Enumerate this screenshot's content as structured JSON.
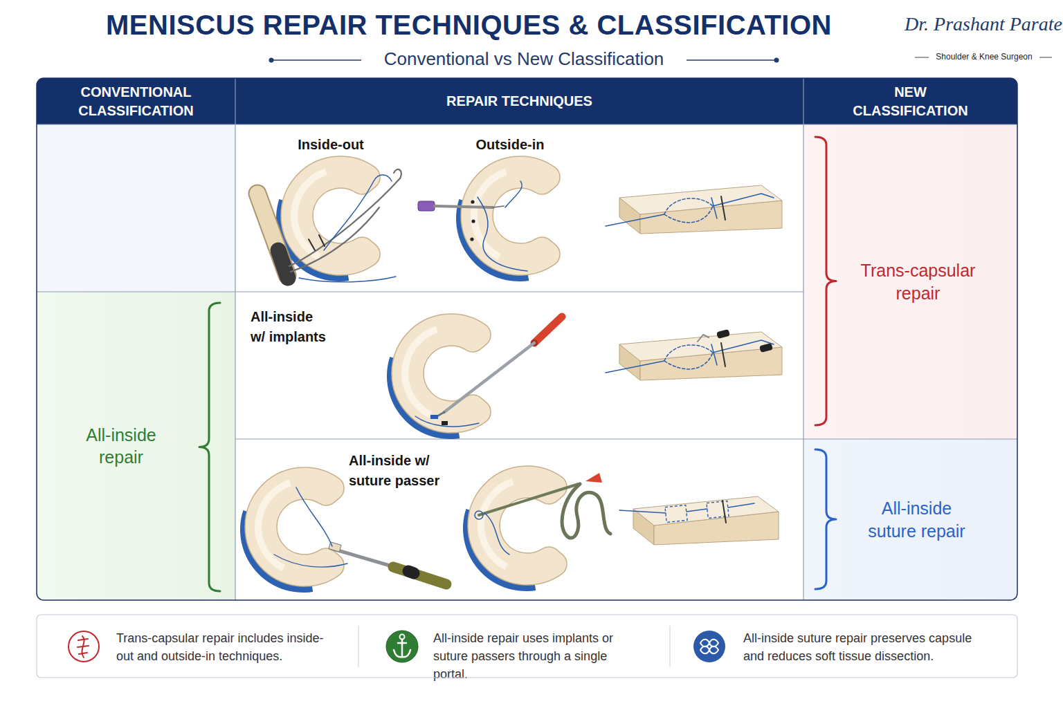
{
  "diagram": {
    "title": "MENISCUS REPAIR TECHNIQUES & CLASSIFICATION",
    "nodes": [
      {
        "text": [
          "CONVENTIONAL CLASSIFICATION"
        ]
      },
      {
        "text": [
          "REPAIR TECHNIQUES"
        ]
      },
      {
        "text": [
          "NEW CLASSIFICATION"
        ]
      },
      {
        "text": [
          "Inside-out",
          "Outside-in"
        ]
      },
      {
        "text": [
          "Trans-capsular repair"
        ]
      },
      {
        "text": [
          "All-inside repair"
        ]
      },
      {
        "text": [
          "All-inside w/ implants"
        ]
      },
      {
        "text": [
          "All-inside w/ suture passer"
        ]
      },
      {
        "text": [
          "All-inside suture repair"
        ]
      }
    ],
    "labels": [
      "Dr. Prashant Parate",
      "Shoulder & Knee Surgeon",
      "Conventional vs New Classification",
      "Trans-capsular repair includes inside-out and outside-in techniques.",
      "All-inside repair uses implants or suture passers through a single portal.",
      "All-inside suture repair preserves capsule and reduces soft tissue dissection."
    ]
  }
}
